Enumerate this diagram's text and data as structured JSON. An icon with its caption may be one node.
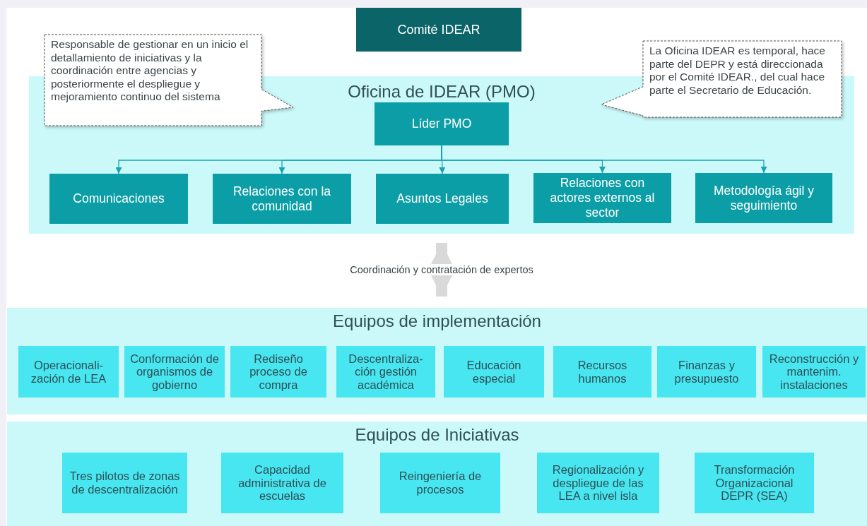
{
  "diagram": {
    "nodes": [
      {
        "text": [
          "Comité IDEAR"
        ]
      },
      {
        "text": [
          "Oficina de IDEAR (PMO)"
        ]
      },
      {
        "text": [
          "Responsable de gestionar en un inicio el detallamiento de iniciativas y la coordinación entre agencias y posteriormente el despliegue y mejoramiento continuo del sistema"
        ]
      },
      {
        "text": [
          "La Oficina IDEAR es temporal, hace parte del DEPR y está direccionada por el Comité IDEAR., del cual hace parte el Secretario de Educación."
        ]
      },
      {
        "text": [
          "Líder PMO"
        ],
        "in": 1
      },
      {
        "text": [
          "Comunicaciones"
        ],
        "in": 1
      },
      {
        "text": [
          "Relaciones con la comunidad"
        ],
        "in": 1
      },
      {
        "text": [
          "Asuntos Legales"
        ],
        "in": 1
      },
      {
        "text": [
          "Relaciones con actores externos al sector"
        ],
        "in": 1
      },
      {
        "text": [
          "Metodología ágil y seguimiento"
        ],
        "in": 1
      },
      {
        "text": [
          "Equipos de implementación"
        ]
      },
      {
        "text": [
          "Operacionali- zación de LEA"
        ],
        "in": 10
      },
      {
        "text": [
          "Conformación de organismos de gobierno"
        ],
        "in": 10
      },
      {
        "text": [
          "Rediseño proceso de compra"
        ],
        "in": 10
      },
      {
        "text": [
          "Descentraliza- ción gestión académica"
        ],
        "in": 10
      },
      {
        "text": [
          "Educación especial"
        ],
        "in": 10
      },
      {
        "text": [
          "Recursos humanos"
        ],
        "in": 10
      },
      {
        "text": [
          "Finanzas y presupuesto"
        ],
        "in": 10
      },
      {
        "text": [
          "Reconstrucción y mantenim. instalaciones"
        ],
        "in": 10
      },
      {
        "text": [
          "Equipos de Iniciativas"
        ]
      },
      {
        "text": [
          "Tres pilotos de zonas de descentralización"
        ],
        "in": 19
      },
      {
        "text": [
          "Capacidad administrativa de escuelas"
        ],
        "in": 19
      },
      {
        "text": [
          "Reingeniería de procesos"
        ],
        "in": 19
      },
      {
        "text": [
          "Regionalización y despliegue de las LEA a nivel isla"
        ],
        "in": 19
      },
      {
        "text": [
          "Transformación Organizacional DEPR (SEA)"
        ],
        "in": 19
      }
    ],
    "edges": [
      {
        "from": 4,
        "to": 5,
        "arrow": "to"
      },
      {
        "from": 4,
        "to": 6,
        "arrow": "to"
      },
      {
        "from": 4,
        "to": 7,
        "arrow": "to"
      },
      {
        "from": 4,
        "to": 8,
        "arrow": "to"
      },
      {
        "from": 4,
        "to": 9,
        "arrow": "to"
      },
      {
        "from": 1,
        "to": 10,
        "arrow": "both",
        "label": "Coordinación y contratación de expertos",
        "style": "thick",
        "color": "#d9d9d9"
      }
    ]
  }
}
